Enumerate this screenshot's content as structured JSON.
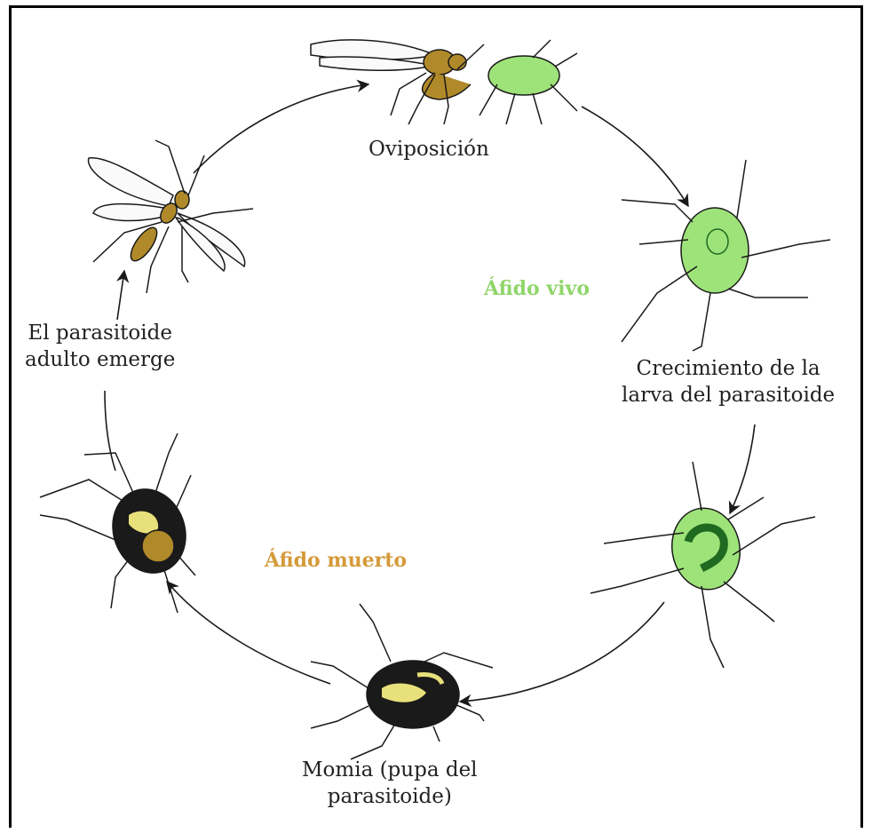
{
  "labels": {
    "oviposicion": "Oviposición",
    "crecimiento_line1": "Crecimiento de la",
    "crecimiento_line2": "larva del parasitoide",
    "momia_line1": "Momia (pupa del",
    "momia_line2": "parasitoide)",
    "emerge_line1": "El parasitoide",
    "emerge_line2": "adulto emerge"
  },
  "states": {
    "vivo": "Áfido vivo",
    "muerto": "Áfido muerto"
  },
  "colors": {
    "live_aphid": "#9ee37a",
    "live_aphid_text": "#8fd66a",
    "dead_aphid_text": "#d59a3a",
    "wasp": "#b08a2a",
    "mummy_spots": "#e8e07a",
    "larva": "#1f8a2a",
    "outline": "#1a1a1a"
  }
}
